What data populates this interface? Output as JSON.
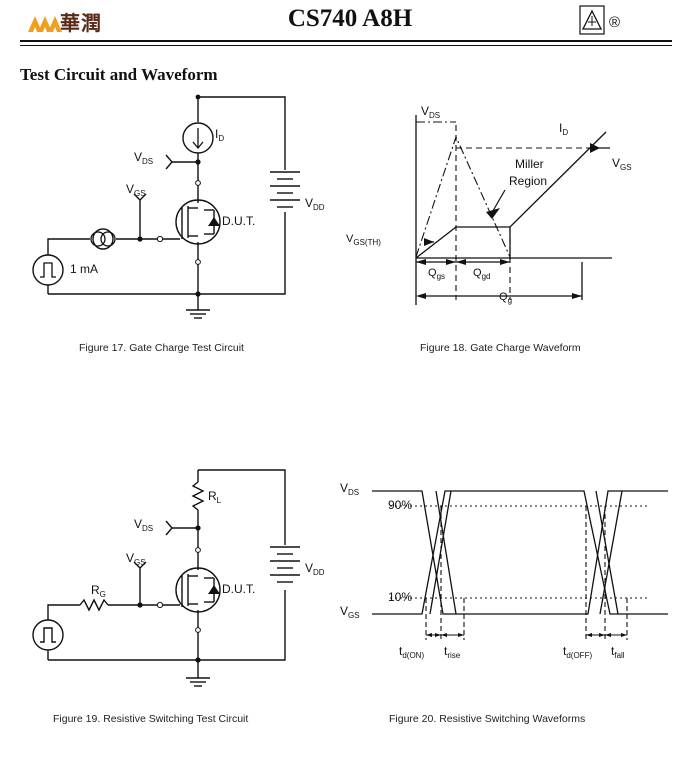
{
  "header": {
    "part_number": "CS740 A8H",
    "logo_text": "華潤",
    "registered_mark": "®"
  },
  "section_title": "Test Circuit and Waveform",
  "fig17": {
    "caption": "Figure 17. Gate Charge Test Circuit",
    "labels": {
      "id": "I",
      "id_sub": "D",
      "vds": "V",
      "vds_sub": "DS",
      "vgs": "V",
      "vgs_sub": "GS",
      "vdd": "V",
      "vdd_sub": "DD",
      "dut": "D.U.T.",
      "current": "1 mA"
    }
  },
  "fig18": {
    "caption": "Figure 18. Gate Charge Waveform",
    "labels": {
      "vds": "V",
      "vds_sub": "DS",
      "id": "I",
      "id_sub": "D",
      "miller_1": "Miller",
      "miller_2": "Region",
      "vgs": "V",
      "vgs_sub": "GS",
      "vgs_th": "V",
      "vgs_th_sub": "GS(TH)",
      "qgs": "Q",
      "qgs_sub": "gs",
      "qgd": "Q",
      "qgd_sub": "gd",
      "qg": "Q",
      "qg_sub": "g"
    }
  },
  "fig19": {
    "caption": "Figure 19. Resistive Switching Test Circuit",
    "labels": {
      "rl": "R",
      "rl_sub": "L",
      "vds": "V",
      "vds_sub": "DS",
      "vgs": "V",
      "vgs_sub": "GS",
      "rg": "R",
      "rg_sub": "G",
      "vdd": "V",
      "vdd_sub": "DD",
      "dut": "D.U.T."
    }
  },
  "fig20": {
    "caption": "Figure 20. Resistive Switching Waveforms",
    "labels": {
      "vds": "V",
      "vds_sub": "DS",
      "vgs": "V",
      "vgs_sub": "GS",
      "p90": "90%",
      "p10": "10%",
      "tdon": "t",
      "tdon_sub": "d(ON)",
      "trise": "t",
      "trise_sub": "rise",
      "tdoff": "t",
      "tdoff_sub": "d(OFF)",
      "tfall": "t",
      "tfall_sub": "fall"
    }
  }
}
